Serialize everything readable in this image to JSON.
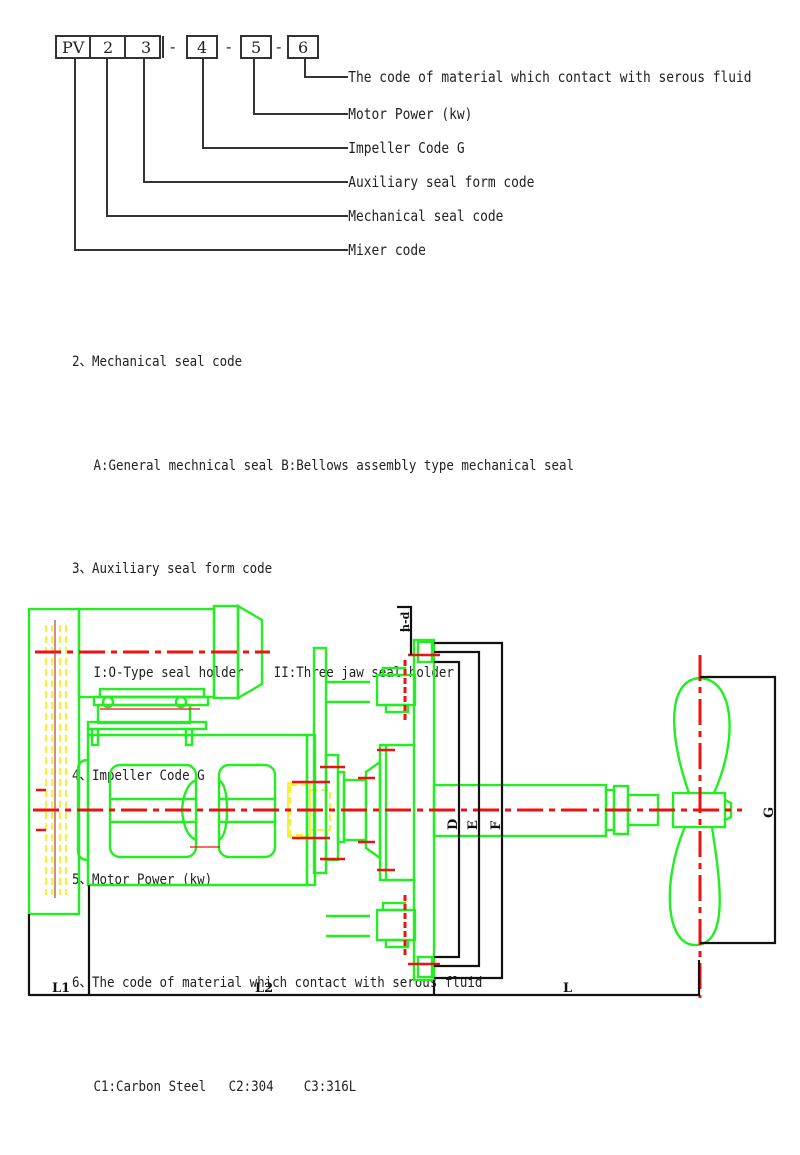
{
  "code_diagram": {
    "boxes": [
      "PV",
      "2",
      "3",
      "4",
      "5",
      "6"
    ],
    "separators": [
      "-",
      "-",
      "-"
    ],
    "callouts": [
      "The code of material which contact with serous fluid",
      "Motor Power (kw)",
      "Impeller Code G",
      "Auxiliary seal form code",
      "Mechanical seal code",
      "Mixer code"
    ]
  },
  "notes": [
    {
      "heading": "2、Mechanical seal code",
      "detail": "A:General mechnical seal B:Bellows assembly type mechanical seal"
    },
    {
      "heading": "3、Auxiliary seal form code",
      "detail": "I:O-Type seal holder    II:Three jaw seal holder"
    },
    {
      "heading": "4、Impeller Code G",
      "detail": null
    },
    {
      "heading": "5、Motor Power (kw)",
      "detail": null
    },
    {
      "heading": "6、The code of material which contact with serous fluid",
      "detail": "C1:Carbon Steel   C2:304    C3:316L"
    }
  ],
  "drawing": {
    "dimension_labels": {
      "L1": "L1",
      "L2": "L2",
      "L": "L",
      "D": "D",
      "E": "E",
      "F": "F",
      "G": "G",
      "nd": "n-d"
    },
    "colors": {
      "outline": "#22ee22",
      "centerline": "#ee1111",
      "hidden": "#f5f03a",
      "dimension": "#111111"
    }
  }
}
